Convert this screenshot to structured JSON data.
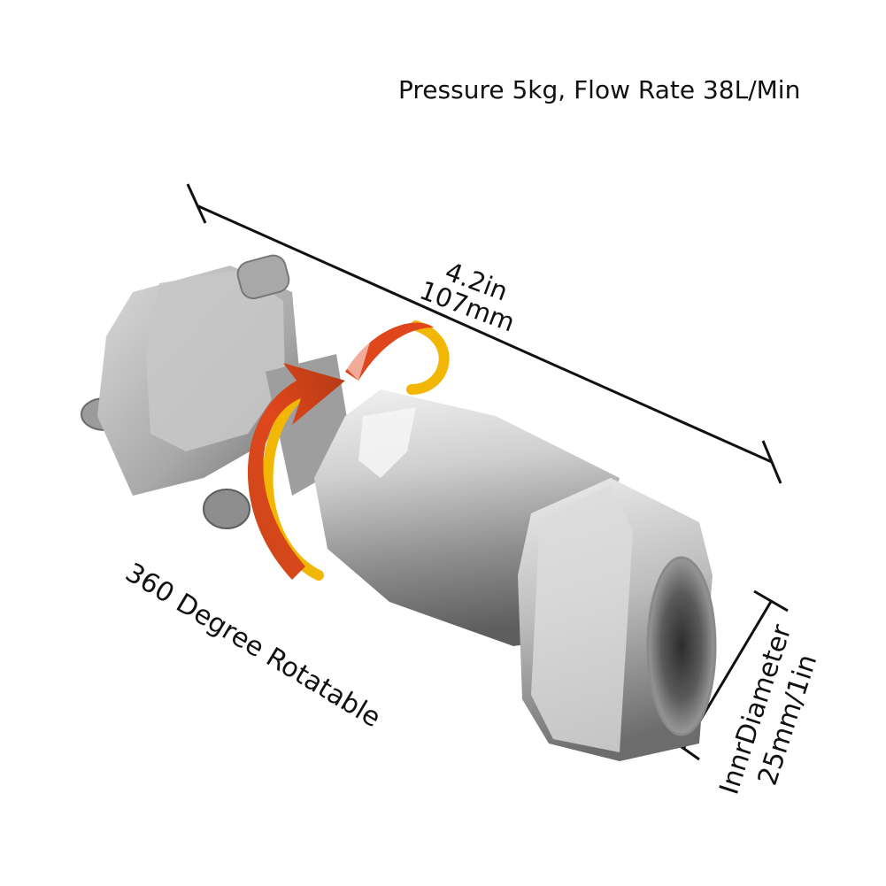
{
  "image": {
    "subject": "Stainless steel rotating nozzle fitting",
    "background": "#ffffff"
  },
  "labels": {
    "pressure": "Pressure 5kg, Flow Rate 38L/Min",
    "length_in": "4.2in",
    "length_mm": "107mm",
    "rotation": "360 Degree Rotatable",
    "inner_label": "InnrDiameter",
    "inner_value": "25mm/1in"
  },
  "colors": {
    "steel_light": "#e6e6e6",
    "steel_mid": "#b9b9b9",
    "steel_dark": "#6f6f6f",
    "arrow_orange": "#e0461b",
    "arrow_yellow": "#f2b705"
  }
}
